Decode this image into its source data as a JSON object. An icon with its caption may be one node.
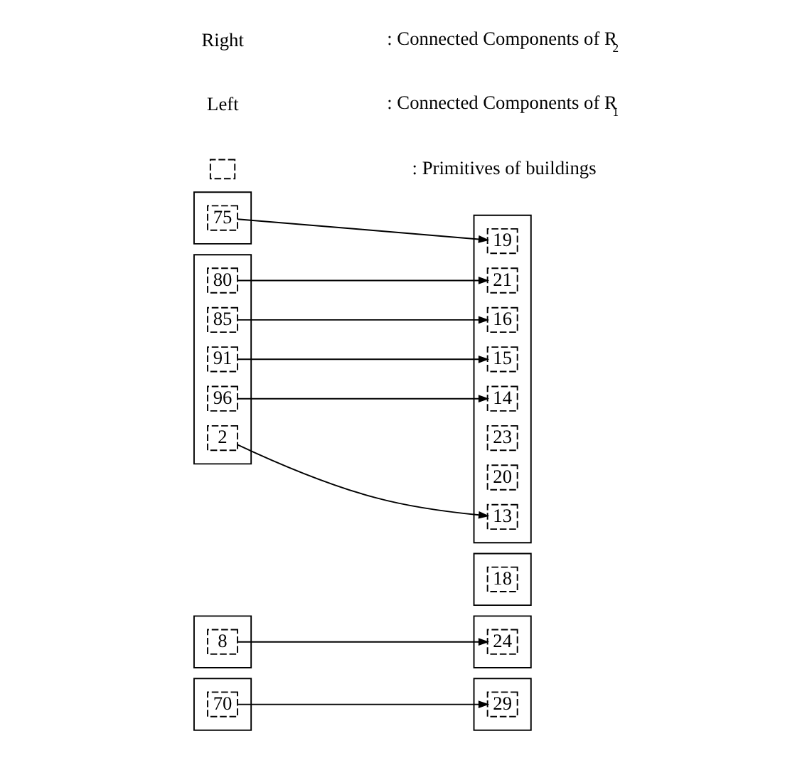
{
  "diagram": {
    "nodes": [
      {
        "text": [],
        "shape": "box"
      },
      {
        "text": [
          "2"
        ],
        "in": 0
      },
      {
        "text": [
          "96"
        ],
        "in": 0
      },
      {
        "text": [
          "91"
        ],
        "in": 0
      },
      {
        "text": [
          "85"
        ],
        "in": 0
      },
      {
        "text": [
          "80"
        ],
        "in": 0
      },
      {
        "text": [],
        "shape": "box"
      },
      {
        "text": [
          "13"
        ],
        "in": 6
      },
      {
        "text": [
          "14"
        ],
        "in": 6
      },
      {
        "text": [
          "23"
        ],
        "in": 6
      },
      {
        "text": [
          "15"
        ],
        "in": 6
      },
      {
        "text": [
          "16"
        ],
        "in": 6
      },
      {
        "text": [
          "21"
        ],
        "in": 6
      },
      {
        "text": [
          "20"
        ],
        "in": 6
      },
      {
        "text": [
          "19"
        ],
        "in": 6
      },
      {
        "text": [],
        "shape": "box"
      },
      {
        "text": [
          "75"
        ],
        "in": 15
      },
      {
        "text": [],
        "shape": "box"
      },
      {
        "text": [
          "18"
        ],
        "in": 17
      },
      {
        "text": [],
        "shape": "box"
      },
      {
        "text": [
          "8"
        ],
        "in": 19
      },
      {
        "text": [],
        "shape": "box"
      },
      {
        "text": [
          "24"
        ],
        "in": 21
      },
      {
        "text": [],
        "shape": "box"
      },
      {
        "text": [
          "70"
        ],
        "in": 23
      },
      {
        "text": [],
        "shape": "box"
      },
      {
        "text": [
          "29"
        ],
        "in": 25
      }
    ],
    "edges": [
      {
        "from": 1,
        "to": 7,
        "arrow": "to"
      },
      {
        "from": 2,
        "to": 8,
        "arrow": "to"
      },
      {
        "from": 3,
        "to": 10,
        "arrow": "to"
      },
      {
        "from": 4,
        "to": 11,
        "arrow": "to"
      },
      {
        "from": 5,
        "to": 12,
        "arrow": "to"
      },
      {
        "from": 16,
        "to": 14,
        "arrow": "to"
      },
      {
        "from": 20,
        "to": 22,
        "arrow": "to"
      },
      {
        "from": 24,
        "to": 26,
        "arrow": "to"
      }
    ],
    "labels": [
      "Left",
      ": Connected Components of R$_{1}$",
      "Right",
      ": Connected Components of R$_{2}$"
    ],
    "legend": [
      {
        "text": ": Primitives of buildings"
      }
    ]
  }
}
